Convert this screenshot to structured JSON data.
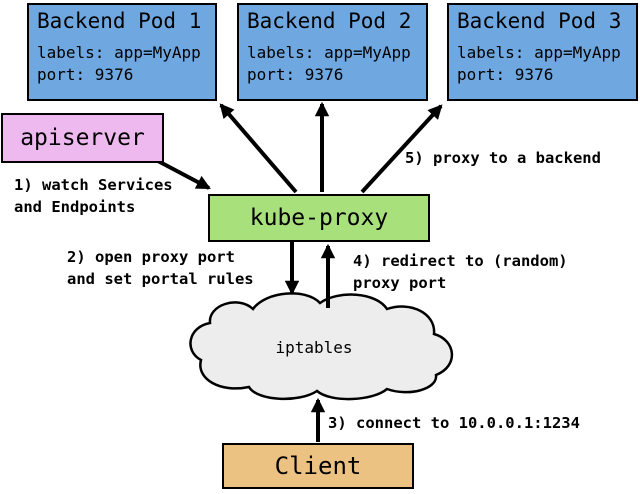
{
  "diagram": {
    "pods": [
      {
        "title": "Backend Pod 1",
        "labels": "labels: app=MyApp",
        "port": "port: 9376"
      },
      {
        "title": "Backend Pod 2",
        "labels": "labels: app=MyApp",
        "port": "port: 9376"
      },
      {
        "title": "Backend Pod 3",
        "labels": "labels: app=MyApp",
        "port": "port: 9376"
      }
    ],
    "apiserver": {
      "label": "apiserver"
    },
    "kube_proxy": {
      "label": "kube-proxy"
    },
    "iptables": {
      "label": "iptables"
    },
    "client": {
      "label": "Client"
    },
    "annotations": {
      "step1_line1": "1) watch Services",
      "step1_line2": "and Endpoints",
      "step2_line1": "2) open proxy port",
      "step2_line2": "and set portal rules",
      "step3": "3) connect to 10.0.0.1:1234",
      "step4_line1": "4) redirect to (random)",
      "step4_line2": "proxy port",
      "step5": "5) proxy to a backend"
    }
  },
  "colors": {
    "pod_fill": "#6FA8E0",
    "apiserver_fill": "#EDB9EF",
    "kube_proxy_fill": "#A8E17C",
    "client_fill": "#ECC282",
    "cloud_fill": "#EDEDED",
    "line_color": "#000000"
  }
}
